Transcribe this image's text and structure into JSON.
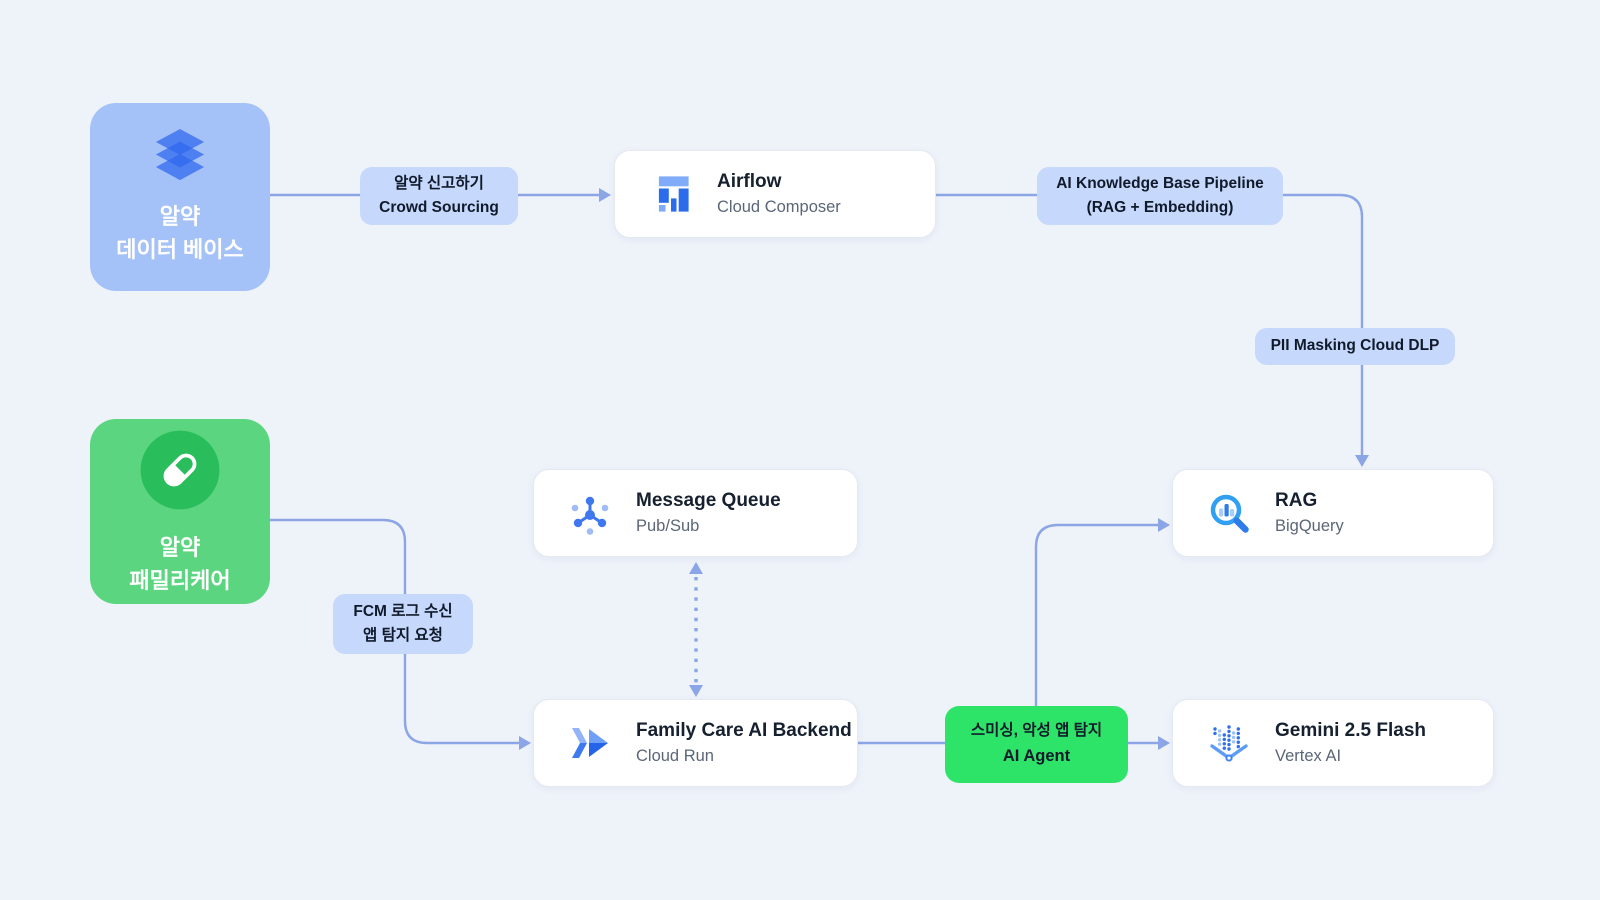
{
  "colors": {
    "background": "#eef2f9",
    "connector": "#8ba5e6",
    "label_blue_bg": "#c6d8fb",
    "app_blue_bg": "#a5c2f8",
    "app_green_bg": "#5bd57f",
    "app_green_circle": "#29bd5b",
    "agent_green_bg": "#2ee468",
    "card_bg": "#ffffff",
    "card_border": "#e4e9f3",
    "title_text": "#16202e",
    "subtitle_text": "#5b6677",
    "label_text": "#101a2b"
  },
  "nodes": {
    "pill_database": {
      "icon": "layers-icon",
      "line1": "알약",
      "line2": "데이터 베이스"
    },
    "family_care_app": {
      "icon": "pill-icon",
      "line1": "알약",
      "line2": "패밀리케어"
    },
    "airflow": {
      "icon": "cloud-composer-icon",
      "title": "Airflow",
      "subtitle": "Cloud Composer"
    },
    "message_queue": {
      "icon": "pubsub-icon",
      "title": "Message Queue",
      "subtitle": "Pub/Sub"
    },
    "family_care_backend": {
      "icon": "cloud-run-icon",
      "title": "Family Care AI Backend",
      "subtitle": "Cloud Run"
    },
    "rag": {
      "icon": "bigquery-icon",
      "title": "RAG",
      "subtitle": "BigQuery"
    },
    "gemini": {
      "icon": "vertex-ai-icon",
      "title": "Gemini 2.5 Flash",
      "subtitle": "Vertex AI"
    }
  },
  "edge_labels": {
    "crowd_sourcing": {
      "line1": "알약 신고하기",
      "line2": "Crowd Sourcing"
    },
    "ai_kb_pipeline": {
      "line1": "AI Knowledge Base Pipeline",
      "line2": "(RAG + Embedding)"
    },
    "pii_masking": {
      "line1": "PII Masking Cloud DLP"
    },
    "fcm_log": {
      "line1": "FCM 로그 수신",
      "line2": "앱 탐지 요청"
    },
    "ai_agent": {
      "line1": "스미싱, 악성 앱 탐지",
      "line2": "AI Agent"
    }
  }
}
